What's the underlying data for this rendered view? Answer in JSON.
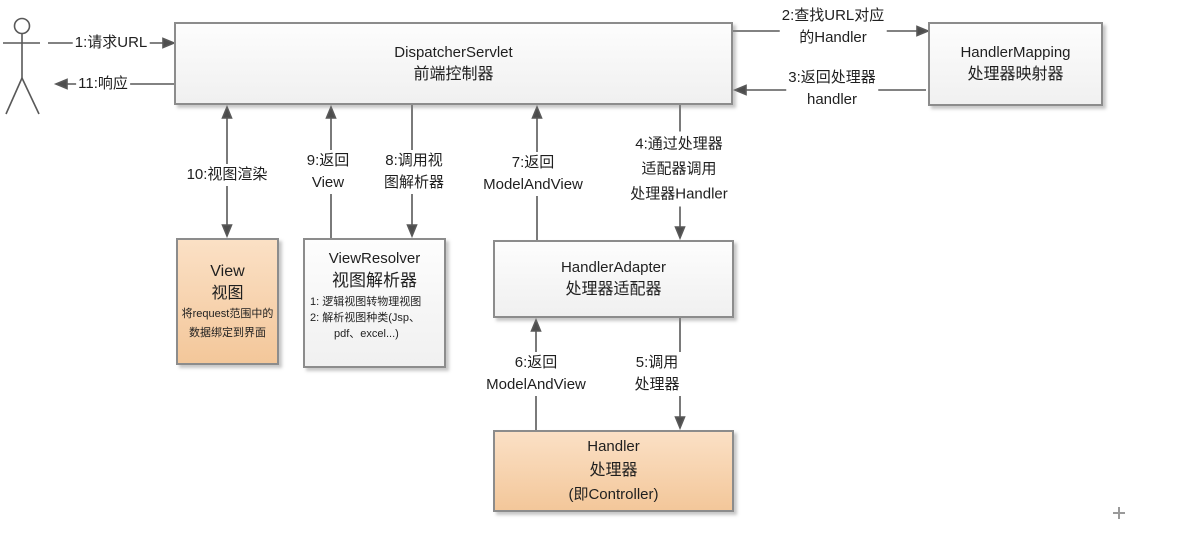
{
  "colors": {
    "accent_orange": "#f6cda4",
    "box_border_gray": "#8c8c8c",
    "arrow_gray": "#595959",
    "white_box_fill": "#f0f0f0"
  },
  "boxes": {
    "dispatcher_servlet": {
      "title": "DispatcherServlet",
      "subtitle": "前端控制器"
    },
    "handler_mapping": {
      "title": "HandlerMapping",
      "subtitle": "处理器映射器"
    },
    "view": {
      "title": "View",
      "subtitle": "视图",
      "notes": [
        "将request范围中的",
        "数据绑定到界面"
      ]
    },
    "view_resolver": {
      "title": "ViewResolver",
      "subtitle": "视图解析器",
      "notes": [
        "1:  逻辑视图转物理视图",
        "2:  解析视图种类(Jsp、",
        "pdf、excel...)"
      ]
    },
    "handler_adapter": {
      "title": "HandlerAdapter",
      "subtitle": "处理器适配器"
    },
    "handler": {
      "title": "Handler",
      "subtitle": "处理器",
      "note": "(即Controller)"
    }
  },
  "steps": {
    "s1": {
      "lines": [
        "1:请求URL"
      ]
    },
    "s2": {
      "lines": [
        "2:查找URL对应",
        "的Handler"
      ]
    },
    "s3": {
      "lines": [
        "3:返回处理器",
        "handler"
      ]
    },
    "s4": {
      "lines": [
        "4:通过处理器",
        "适配器调用",
        "处理器Handler"
      ]
    },
    "s5": {
      "lines": [
        "5:调用",
        "处理器"
      ]
    },
    "s6": {
      "lines": [
        "6:返回",
        "ModelAndView"
      ]
    },
    "s7": {
      "lines": [
        "7:返回",
        "ModelAndView"
      ]
    },
    "s8": {
      "lines": [
        "8:调用视",
        "图解析器"
      ]
    },
    "s9": {
      "lines": [
        "9:返回",
        "View"
      ]
    },
    "s10": {
      "lines": [
        "10:视图渲染"
      ]
    },
    "s11": {
      "lines": [
        "11:响应"
      ]
    }
  }
}
